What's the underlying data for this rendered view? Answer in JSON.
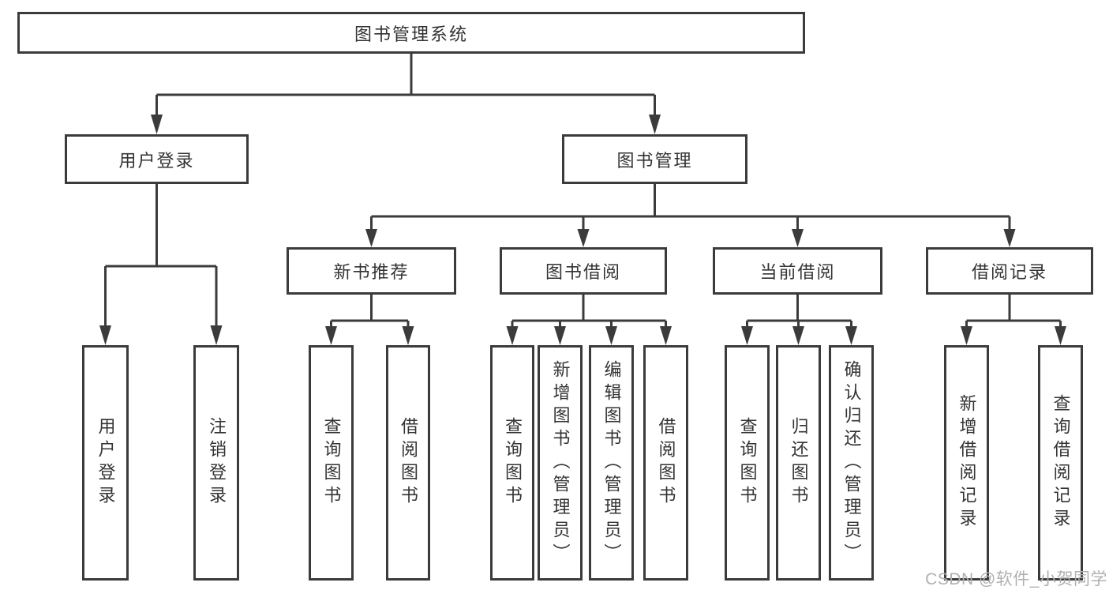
{
  "tree": {
    "label": "图书管理系统",
    "children": [
      {
        "label": "用户登录",
        "children": [
          {
            "label": "用户登录"
          },
          {
            "label": "注销登录"
          }
        ]
      },
      {
        "label": "图书管理",
        "children": [
          {
            "label": "新书推荐",
            "children": [
              {
                "label": "查询图书"
              },
              {
                "label": "借阅图书"
              }
            ]
          },
          {
            "label": "图书借阅",
            "children": [
              {
                "label": "查询图书"
              },
              {
                "label": "新增图书（管理员）"
              },
              {
                "label": "编辑图书（管理员）"
              },
              {
                "label": "借阅图书"
              }
            ]
          },
          {
            "label": "当前借阅",
            "children": [
              {
                "label": "查询图书"
              },
              {
                "label": "归还图书"
              },
              {
                "label": "确认归还（管理员）"
              }
            ]
          },
          {
            "label": "借阅记录",
            "children": [
              {
                "label": "新增借阅记录"
              },
              {
                "label": "查询借阅记录"
              }
            ]
          }
        ]
      }
    ]
  },
  "watermark": "CSDN @软件_小贺同学",
  "colors": {
    "line": "#3b3b3b",
    "text": "#333333",
    "watermark": "#b0b0b0",
    "background": "#ffffff"
  }
}
